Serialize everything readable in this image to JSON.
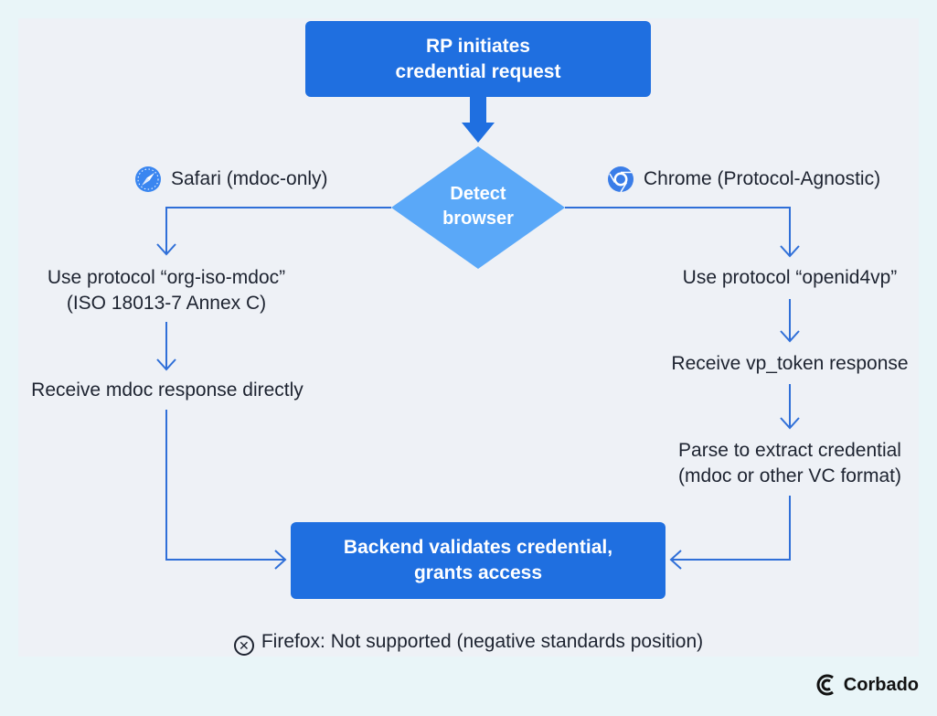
{
  "nodes": {
    "start": [
      "RP initiates",
      "credential request"
    ],
    "decision": [
      "Detect",
      "browser"
    ],
    "end": [
      "Backend validates credential,",
      "grants access"
    ]
  },
  "branches": {
    "safari": {
      "name": "Safari (mdoc-only)",
      "icon": "safari-compass-icon",
      "steps": [
        [
          "Use protocol “org-iso-mdoc”",
          "(ISO 18013-7 Annex C)"
        ],
        [
          "Receive mdoc response directly"
        ]
      ]
    },
    "chrome": {
      "name": "Chrome (Protocol-Agnostic)",
      "icon": "chrome-icon",
      "steps": [
        [
          "Use protocol “openid4vp”"
        ],
        [
          "Receive vp_token response"
        ],
        [
          "Parse to extract credential",
          "(mdoc or other VC format)"
        ]
      ]
    }
  },
  "footnote": {
    "icon": "circle-x-icon",
    "text": "Firefox: Not supported (negative standards position)"
  },
  "brand": {
    "name": "Corbado",
    "icon": "corbado-logo-icon"
  },
  "colors": {
    "accent": "#1f6fe0",
    "diamond": "#5aa8f8",
    "line": "#2f6fd8",
    "text": "#1d2330",
    "panel": "#eef1f6",
    "page": "#e9f5f8"
  }
}
